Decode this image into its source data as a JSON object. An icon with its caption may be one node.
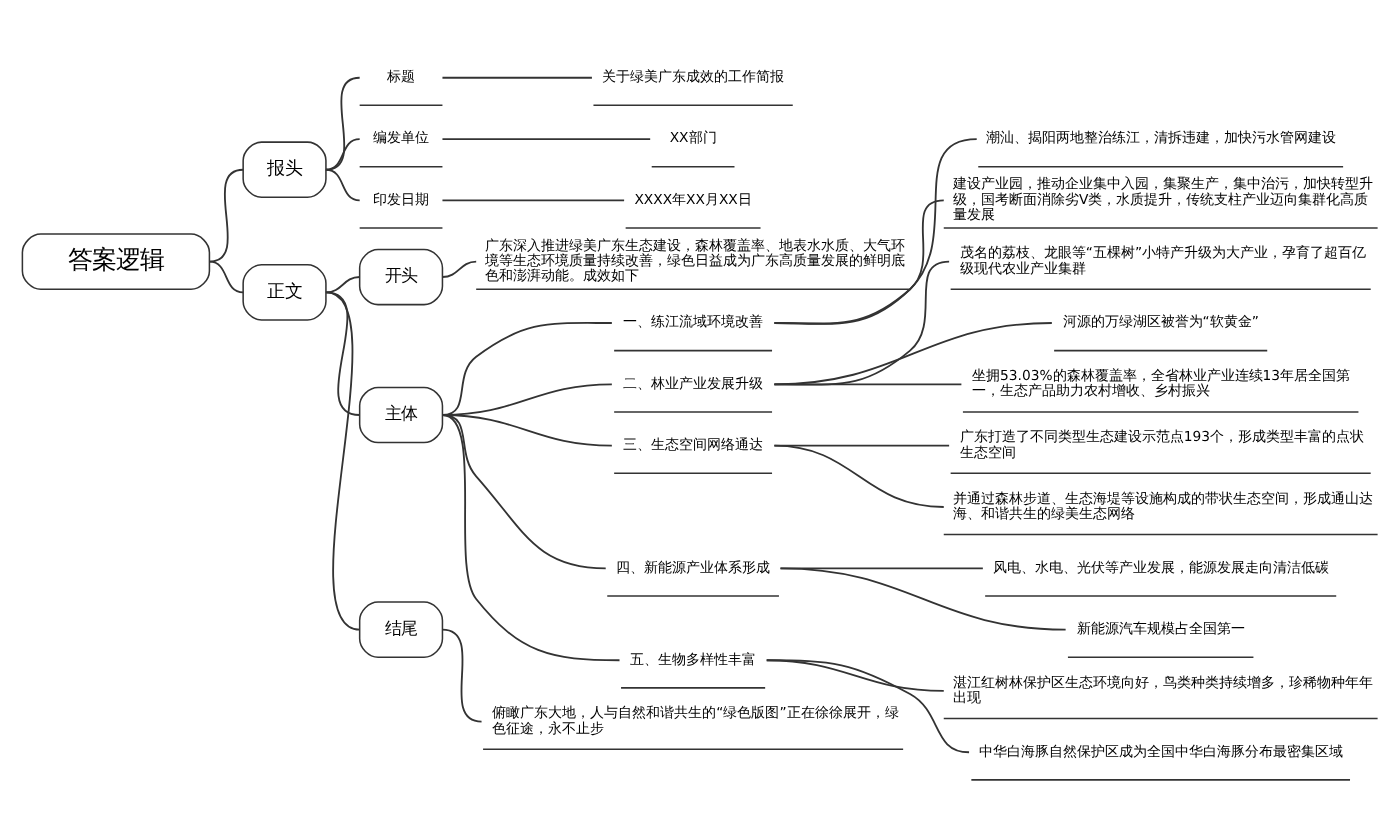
{
  "diagram": {
    "nodes": [
      {
        "text": [
          "答案逻辑"
        ]
      },
      {
        "text": [
          "报头"
        ]
      },
      {
        "text": [
          "标题"
        ]
      },
      {
        "text": [
          "关于绿美广东成效的工作简报"
        ]
      },
      {
        "text": [
          "编发单位"
        ]
      },
      {
        "text": [
          "XX部门"
        ]
      },
      {
        "text": [
          "印发日期"
        ]
      },
      {
        "text": [
          "XXXX年XX月XX日"
        ]
      },
      {
        "text": [
          "正文"
        ]
      },
      {
        "text": [
          "开头"
        ]
      },
      {
        "text": [
          "广东深入推进绿美广东生态建设，森林覆盖率、地表水水质、大气环境等生态环境质量持续改善，绿色日益成为广东高质量发展的鲜明底色和澎湃动能。成效如下"
        ]
      },
      {
        "text": [
          "主体"
        ]
      },
      {
        "text": [
          "一、练江流域环境改善"
        ]
      },
      {
        "text": [
          "潮汕、揭阳两地整治练江，清拆违建，加快污水管网建设"
        ]
      },
      {
        "text": [
          "建设产业园，推动企业集中入园，集聚生产，集中治污，加快转型升级，国考断面消除劣V类，水质提升，传统支柱产业迈向集群化高质量发展"
        ]
      },
      {
        "text": [
          "二、林业产业发展升级"
        ]
      },
      {
        "text": [
          "茂名的荔枝、龙眼等“五棵树”小特产升级为大产业，孕育了超百亿级现代农业产业集群"
        ]
      },
      {
        "text": [
          "河源的万绿湖区被誉为“软黄金”"
        ]
      },
      {
        "text": [
          "坐拥53.03%的森林覆盖率，全省林业产业连续13年居全国第一，生态产品助力农村增收、乡村振兴"
        ]
      },
      {
        "text": [
          "三、生态空间网络通达"
        ]
      },
      {
        "text": [
          "广东打造了不同类型生态建设示范点193个，形成类型丰富的点状生态空间"
        ]
      },
      {
        "text": [
          "并通过森林步道、生态海堤等设施构成的带状生态空间，形成通山达海、和谐共生的绿美生态网络"
        ]
      },
      {
        "text": [
          "四、新能源产业体系形成"
        ]
      },
      {
        "text": [
          "风电、水电、光伏等产业发展，能源发展走向清洁低碳"
        ]
      },
      {
        "text": [
          "新能源汽车规模占全国第一"
        ]
      },
      {
        "text": [
          "五、生物多样性丰富"
        ]
      },
      {
        "text": [
          "湛江红树林保护区生态环境向好，鸟类种类持续增多，珍稀物种年年出现"
        ]
      },
      {
        "text": [
          "中华白海豚自然保护区成为全国中华白海豚分布最密集区域"
        ]
      },
      {
        "text": [
          "结尾"
        ]
      },
      {
        "text": [
          "俯瞰广东大地，人与自然和谐共生的“绿色版图”正在徐徐展开，绿色征途，永不止步"
        ]
      }
    ],
    "edges": [
      {
        "from": 0,
        "to": 1,
        "arrow": "none"
      },
      {
        "from": 1,
        "to": 2,
        "arrow": "none"
      },
      {
        "from": 2,
        "to": 3,
        "arrow": "none"
      },
      {
        "from": 1,
        "to": 4,
        "arrow": "none"
      },
      {
        "from": 4,
        "to": 5,
        "arrow": "none"
      },
      {
        "from": 1,
        "to": 6,
        "arrow": "none"
      },
      {
        "from": 6,
        "to": 7,
        "arrow": "none"
      },
      {
        "from": 0,
        "to": 8,
        "arrow": "none"
      },
      {
        "from": 8,
        "to": 9,
        "arrow": "none"
      },
      {
        "from": 9,
        "to": 10,
        "arrow": "none"
      },
      {
        "from": 8,
        "to": 11,
        "arrow": "none"
      },
      {
        "from": 11,
        "to": 12,
        "arrow": "none"
      },
      {
        "from": 12,
        "to": 13,
        "arrow": "none"
      },
      {
        "from": 12,
        "to": 14,
        "arrow": "none"
      },
      {
        "from": 11,
        "to": 15,
        "arrow": "none"
      },
      {
        "from": 15,
        "to": 16,
        "arrow": "none"
      },
      {
        "from": 15,
        "to": 17,
        "arrow": "none"
      },
      {
        "from": 15,
        "to": 18,
        "arrow": "none"
      },
      {
        "from": 11,
        "to": 19,
        "arrow": "none"
      },
      {
        "from": 19,
        "to": 20,
        "arrow": "none"
      },
      {
        "from": 19,
        "to": 21,
        "arrow": "none"
      },
      {
        "from": 11,
        "to": 22,
        "arrow": "none"
      },
      {
        "from": 22,
        "to": 23,
        "arrow": "none"
      },
      {
        "from": 22,
        "to": 24,
        "arrow": "none"
      },
      {
        "from": 11,
        "to": 25,
        "arrow": "none"
      },
      {
        "from": 25,
        "to": 26,
        "arrow": "none"
      },
      {
        "from": 25,
        "to": 27,
        "arrow": "none"
      },
      {
        "from": 8,
        "to": 28,
        "arrow": "none"
      },
      {
        "from": 28,
        "to": 29,
        "arrow": "none"
      }
    ]
  }
}
